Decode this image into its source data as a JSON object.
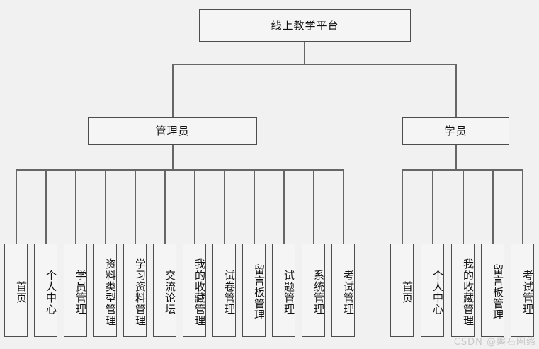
{
  "diagram": {
    "type": "organization-chart",
    "title": "线上教学平台",
    "root": {
      "label": "线上教学平台"
    },
    "roles": [
      {
        "id": "admin",
        "label": "管理员"
      },
      {
        "id": "student",
        "label": "学员"
      }
    ],
    "admin_items": [
      {
        "label": "首页"
      },
      {
        "label": "个人中心"
      },
      {
        "label": "学员管理"
      },
      {
        "label": "资料类型管理"
      },
      {
        "label": "学习资料管理"
      },
      {
        "label": "交流论坛"
      },
      {
        "label": "我的收藏管理"
      },
      {
        "label": "试卷管理"
      },
      {
        "label": "留言板管理"
      },
      {
        "label": "试题管理"
      },
      {
        "label": "系统管理"
      },
      {
        "label": "考试管理"
      }
    ],
    "student_items": [
      {
        "label": "首页"
      },
      {
        "label": "个人中心"
      },
      {
        "label": "我的收藏管理"
      },
      {
        "label": "留言板管理"
      },
      {
        "label": "考试管理"
      }
    ]
  },
  "watermark": {
    "text": "CSDN @磐石网络"
  },
  "colors": {
    "background": "#f1f1f1",
    "box_fill": "#f5f5f5",
    "box_border": "#4d4d4d",
    "connector": "#666666",
    "text": "#111111",
    "watermark": "#c9c9c9"
  }
}
